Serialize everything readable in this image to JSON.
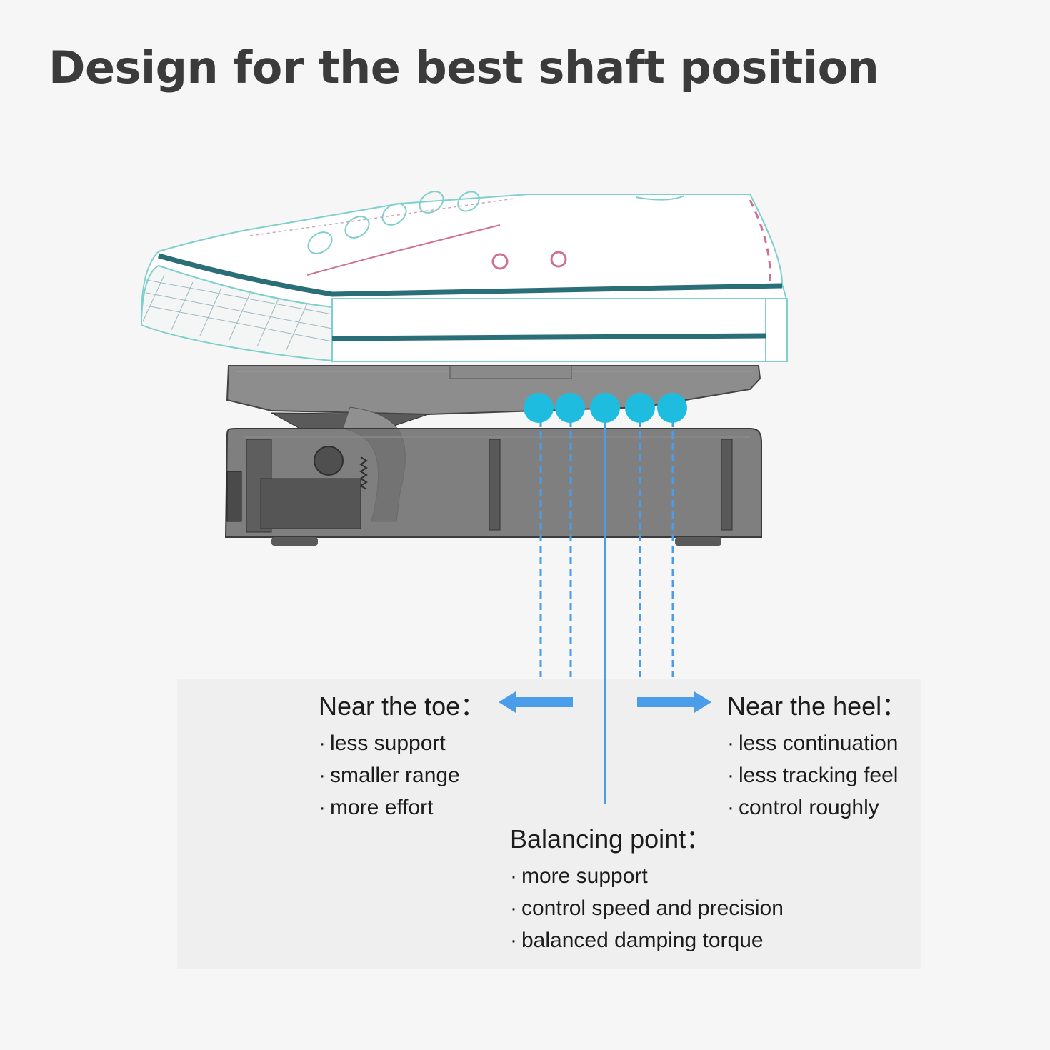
{
  "title": "Design for the best shaft position",
  "toe": {
    "heading": "Near the toe：",
    "points": [
      "less support",
      "smaller range",
      "more effort"
    ]
  },
  "heel": {
    "heading": "Near the heel：",
    "points": [
      "less continuation",
      "less tracking feel",
      "control roughly"
    ]
  },
  "balance": {
    "heading": "Balancing point：",
    "points": [
      "more support",
      "control speed and precision",
      "balanced damping torque"
    ]
  },
  "colors": {
    "marker": "#1ebde0",
    "guide_line": "#4a9de8",
    "shoe_outline": "#7fd0cc",
    "shoe_stripe": "#2a6e78",
    "pedal_body": "#6e6e6e"
  }
}
